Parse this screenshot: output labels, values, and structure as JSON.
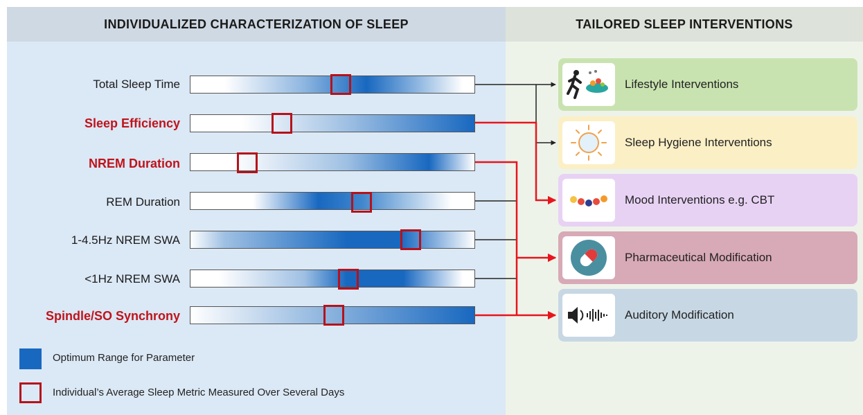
{
  "headers": {
    "left": "INDIVIDUALIZED CHARACTERIZATION OF SLEEP",
    "right": "TAILORED SLEEP INTERVENTIONS"
  },
  "parameters": [
    {
      "label": "Total Sleep Time",
      "highlighted": false
    },
    {
      "label": "Sleep Efficiency",
      "highlighted": true
    },
    {
      "label": "NREM Duration",
      "highlighted": true
    },
    {
      "label": "REM Duration",
      "highlighted": false
    },
    {
      "label": "1-4.5Hz NREM SWA",
      "highlighted": false
    },
    {
      "label": "<1Hz NREM SWA",
      "highlighted": false
    },
    {
      "label": "Spindle/SO Synchrony",
      "highlighted": true
    }
  ],
  "interventions": [
    {
      "label": "Lifestyle Interventions",
      "icon": "running-person-food-icon",
      "color": "#c9e3b0"
    },
    {
      "label": "Sleep Hygiene Interventions",
      "icon": "sun-icon",
      "color": "#fbefc5"
    },
    {
      "label": "Mood Interventions e.g. CBT",
      "icon": "mood-faces-icon",
      "color": "#e8d2f4"
    },
    {
      "label": "Pharmaceutical Modification",
      "icon": "pill-capsule-icon",
      "color": "#d8a9b6"
    },
    {
      "label": "Auditory Modification",
      "icon": "speaker-sound-icon",
      "color": "#c7d7e4"
    }
  ],
  "legend": {
    "optimum": "Optimum Range for Parameter",
    "individual": "Individual’s Average Sleep Metric Measured Over Several Days"
  },
  "colors": {
    "left_panel": "#dbe8f5",
    "right_panel": "#eef3ea",
    "left_header": "#cfd9e3",
    "right_header": "#dde3da",
    "optimum": "#1868c0",
    "marker": "#b5121b",
    "red_label": "#c0131b",
    "red_arrow": "#e8141c"
  }
}
